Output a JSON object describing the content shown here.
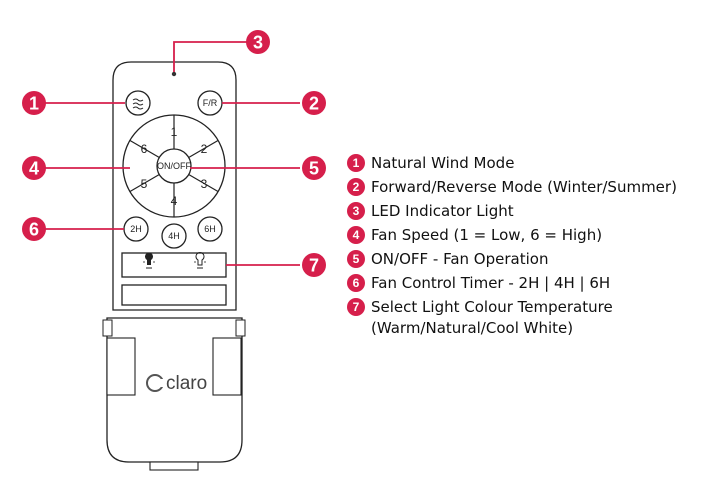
{
  "accent_color": "#d61f4b",
  "brand": {
    "name": "claro",
    "icon": "claro-logo-icon"
  },
  "remote": {
    "top_buttons": {
      "wind_icon": "natural-wind-icon",
      "fr_label": "F/R"
    },
    "center_label": "ON/OFF",
    "speeds": [
      "1",
      "2",
      "3",
      "4",
      "5",
      "6"
    ],
    "timers": [
      "2H",
      "4H",
      "6H"
    ],
    "light_icons": [
      "warm-light-icon",
      "cool-light-icon"
    ]
  },
  "callouts": [
    "1",
    "2",
    "3",
    "4",
    "5",
    "6",
    "7"
  ],
  "legend": [
    {
      "num": "1",
      "text": "Natural Wind Mode"
    },
    {
      "num": "2",
      "text": "Forward/Reverse Mode (Winter/Summer)"
    },
    {
      "num": "3",
      "text": "LED Indicator Light"
    },
    {
      "num": "4",
      "text": "Fan Speed (1 = Low, 6 = High)"
    },
    {
      "num": "5",
      "text": "ON/OFF - Fan Operation"
    },
    {
      "num": "6",
      "text": "Fan Control Timer - 2H | 4H | 6H"
    },
    {
      "num": "7",
      "text": "Select Light Colour Temperature",
      "text2": "(Warm/Natural/Cool White)"
    }
  ]
}
